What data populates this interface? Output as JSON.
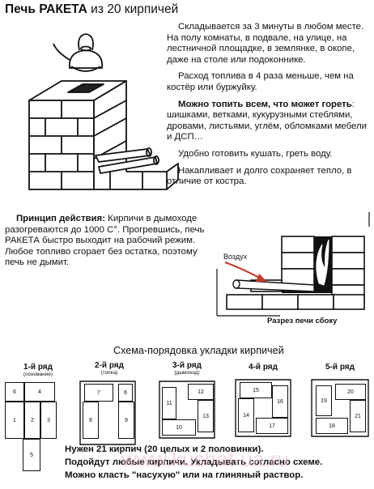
{
  "title": {
    "bold": "Печь РАКЕТА",
    "rest": " из 20 кирпичей"
  },
  "intro": {
    "p1": "Складывается за 3 минуты в любом месте. На полу комнаты, в подвале, на улице, на лестничной площадке, в землянке, в окопе, даже на столе или подоконнике.",
    "p2": "Расход топлива в 4 раза меньше, чем на костёр или буржуйку.",
    "p3_bold": "Можно топить всем, что может гореть",
    "p3_rest": ": шишками, ветками, кукурузными стеблями, дровами, листьями, углём, обломками мебели и ДСП…",
    "p4": "Удобно готовить кушать, греть воду.",
    "p5": "Накапливает и долго сохраняет тепло, в отличие от костра."
  },
  "principle": {
    "label": "Принцип действия:",
    "text": " Кирпичи в дымоходе разогреваются до 1000 С°. Прогревшись, печь РАКЕТА быстро выходит на рабочий режим. Любое топливо сгорает без остатка, поэтому печь не дымит."
  },
  "diagram": {
    "air_label": "Воздух",
    "caption": "Разрез печи сбоку"
  },
  "scheme": {
    "title": "Схема-порядовка укладки кирпичей",
    "rows": [
      {
        "label": "1-й ряд",
        "sub": "(основание)",
        "bricks": [
          "6",
          "4",
          "1",
          "2",
          "3",
          "5"
        ]
      },
      {
        "label": "2-й ряд",
        "sub": "(топка)",
        "bricks": [
          "7",
          "6",
          "8",
          "9"
        ]
      },
      {
        "label": "3-й ряд",
        "sub": "(дымоход)",
        "bricks": [
          "11",
          "12",
          "13",
          "10"
        ]
      },
      {
        "label": "4-й ряд",
        "sub": "",
        "bricks": [
          "15",
          "14",
          "16",
          "17"
        ]
      },
      {
        "label": "5-й ряд",
        "sub": "",
        "bricks": [
          "19",
          "20",
          "21",
          "18"
        ]
      }
    ]
  },
  "footer": {
    "line1": "Нужен 21 кирпич (20 целых и 2 половинки).",
    "line2": "Подойдут любые кирпичи. Укладывать согласно схеме.",
    "line3": "Можно класть \"насухую\" или на глиняный раствор."
  },
  "watermark": "www.kushat-ua.ru"
}
